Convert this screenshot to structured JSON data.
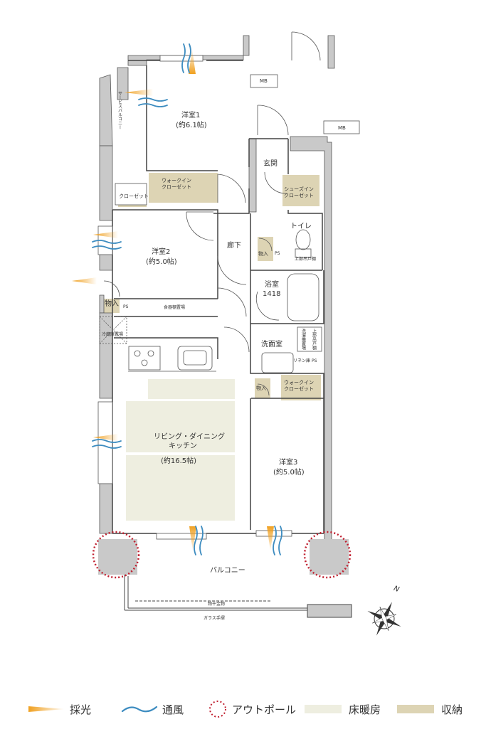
{
  "rooms": {
    "western1": {
      "name": "洋室1",
      "size": "(約6.1帖)"
    },
    "western2": {
      "name": "洋室2",
      "size": "(約5.0帖)"
    },
    "western3": {
      "name": "洋室3",
      "size": "(約5.0帖)"
    },
    "ldk": {
      "name1": "リビング・ダイニング",
      "name2": "キッチン",
      "size": "(約16.5帖)"
    },
    "entrance": "玄関",
    "hallway": "廊下",
    "toilet": "トイレ",
    "bath": {
      "name": "浴室",
      "size": "1418"
    },
    "washroom": "洗面室",
    "balcony": "バルコニー",
    "service_balcony": "サービスバルコニー"
  },
  "storage": {
    "wic1": "ウォークイン\nクローゼット",
    "closet": "クローゼット",
    "shoes": "シューズイン\nクローゼット",
    "storage": "物入",
    "wic3": "ウォークイン\nクローゼット",
    "linen": "リネン庫",
    "dish": "食器棚置場",
    "toilet_shelf": "上部吊戸棚",
    "washer": "洗濯機置場",
    "wash_upper": "上部吊戸棚"
  },
  "fixtures": {
    "mb1": "MB",
    "mb2": "MB",
    "ps": "PS",
    "fridge": "冷蔵庫置場",
    "laundry_pole": "物干金物",
    "glass_rail": "ガラス手摺"
  },
  "compass": {
    "north": "N"
  },
  "legend": {
    "light": "採光",
    "wind": "通風",
    "outpole": "アウトポール",
    "floor_heating": "床暖房",
    "storage": "収納"
  },
  "colors": {
    "wall": "#c9c9c9",
    "floor_heating": "#eeeee0",
    "storage": "#ddd4b4",
    "light": "#f0a020",
    "wind": "#3d8cc0",
    "outpole": "#c02030"
  }
}
